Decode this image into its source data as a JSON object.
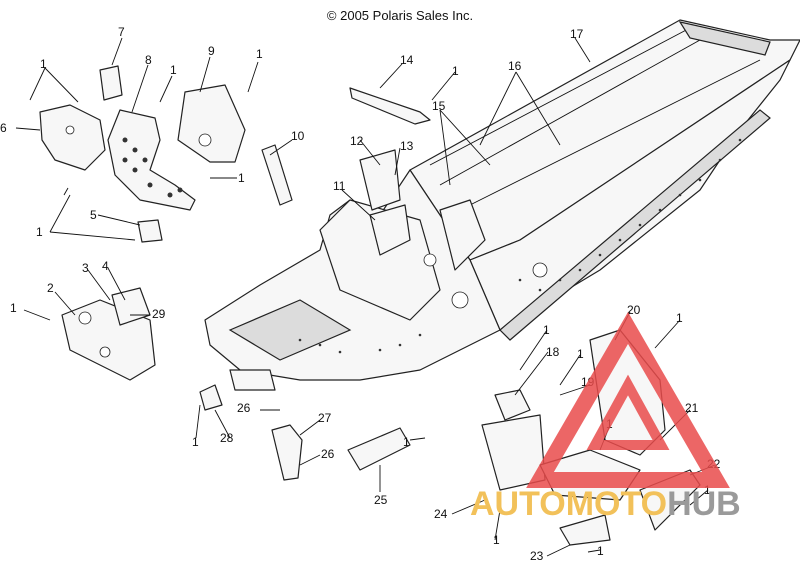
{
  "header": {
    "copyright": "© 2005 Polaris Sales Inc."
  },
  "watermark": {
    "text_prefix": "AUTOMOTO",
    "text_suffix": "HUB",
    "prefix_color": "#f2c15a",
    "suffix_color": "#9a9a9a",
    "triangle_color": "#e94b4b"
  },
  "callouts": [
    {
      "label": "1"
    },
    {
      "label": "1"
    },
    {
      "label": "1"
    },
    {
      "label": "1"
    },
    {
      "label": "1"
    },
    {
      "label": "1"
    },
    {
      "label": "1"
    },
    {
      "label": "1"
    },
    {
      "label": "1"
    },
    {
      "label": "1"
    },
    {
      "label": "1"
    },
    {
      "label": "1"
    },
    {
      "label": "1"
    },
    {
      "label": "1"
    },
    {
      "label": "1"
    },
    {
      "label": "1"
    },
    {
      "label": "1"
    },
    {
      "label": "2"
    },
    {
      "label": "3"
    },
    {
      "label": "4"
    },
    {
      "label": "5"
    },
    {
      "label": "6"
    },
    {
      "label": "7"
    },
    {
      "label": "8"
    },
    {
      "label": "9"
    },
    {
      "label": "10"
    },
    {
      "label": "11"
    },
    {
      "label": "12"
    },
    {
      "label": "13"
    },
    {
      "label": "14"
    },
    {
      "label": "15"
    },
    {
      "label": "16"
    },
    {
      "label": "17"
    },
    {
      "label": "18"
    },
    {
      "label": "19"
    },
    {
      "label": "20"
    },
    {
      "label": "21"
    },
    {
      "label": "22"
    },
    {
      "label": "23"
    },
    {
      "label": "24"
    },
    {
      "label": "25"
    },
    {
      "label": "26"
    },
    {
      "label": "26"
    },
    {
      "label": "27"
    },
    {
      "label": "28"
    },
    {
      "label": "29"
    }
  ]
}
